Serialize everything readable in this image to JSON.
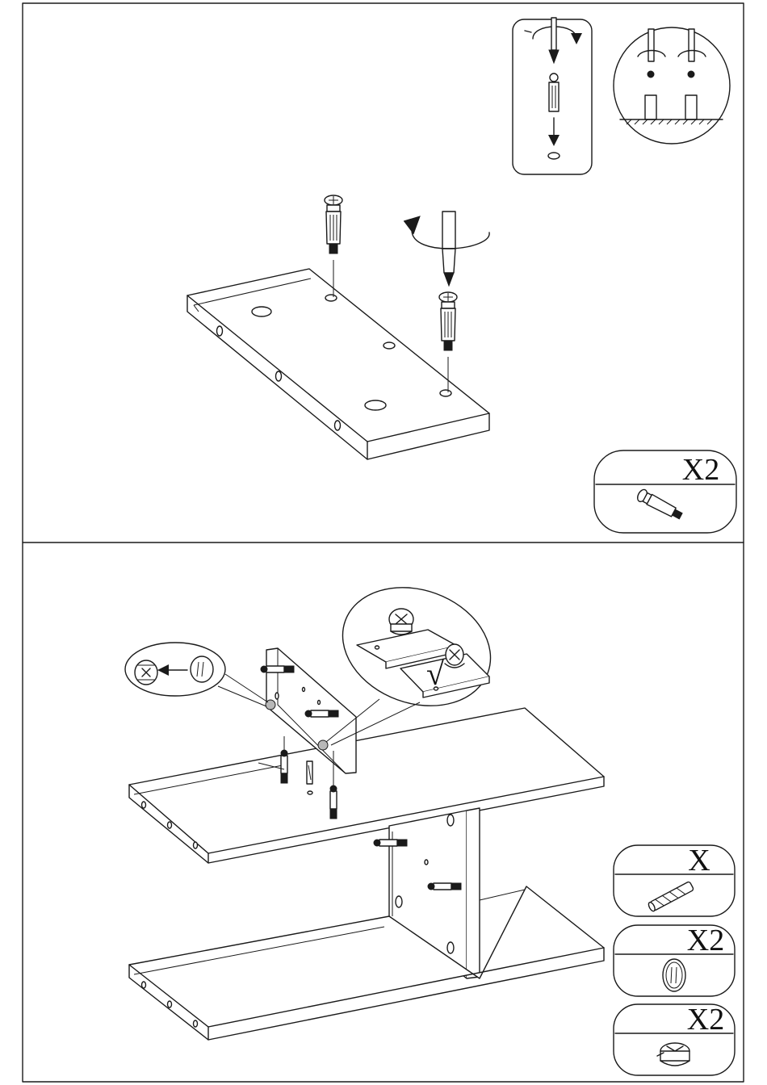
{
  "step1": {
    "parts_box": {
      "quantity": "X2",
      "part_icon": "cam-bolt-icon"
    },
    "detail_insert_icon": "screwdriver-insert-icon",
    "detail_depth_icon": "screw-depth-icon"
  },
  "step2": {
    "parts_boxes": [
      {
        "quantity": "X",
        "part_icon": "wooden-dowel-icon"
      },
      {
        "quantity": "X2",
        "part_icon": "cover-cap-icon"
      },
      {
        "quantity": "X2",
        "part_icon": "cam-lock-icon"
      }
    ],
    "check_mark": "√"
  }
}
